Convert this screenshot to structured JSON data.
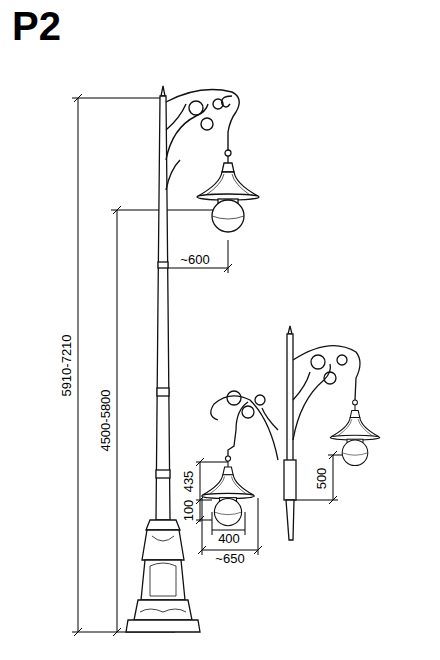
{
  "diagram": {
    "title": "P2",
    "labels": [
      "5910-7210",
      "4500-5800",
      "~600",
      "435",
      "100",
      "400",
      "~650",
      "500"
    ]
  }
}
